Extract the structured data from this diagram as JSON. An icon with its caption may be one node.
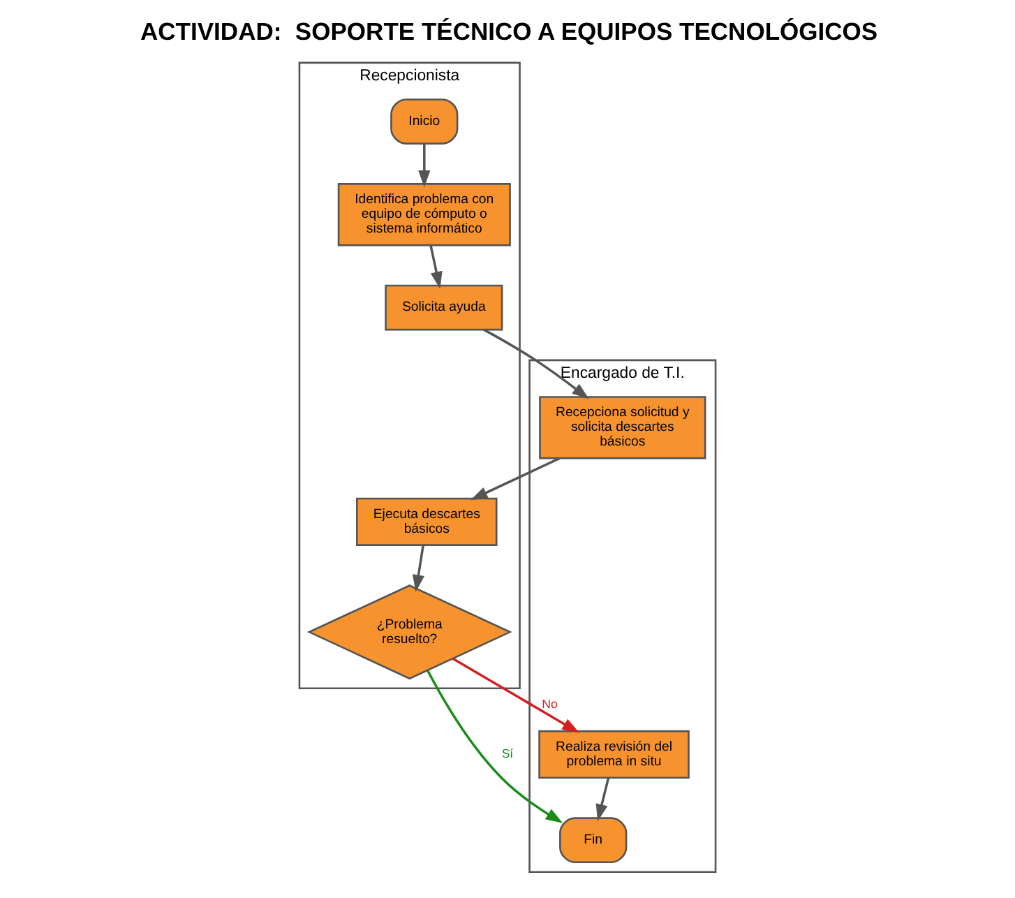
{
  "diagram": {
    "title": "ACTIVIDAD:  SOPORTE TÉCNICO A EQUIPOS TECNOLÓGICOS",
    "nodes": [
      {
        "text": [
          "Recepcionista"
        ]
      },
      {
        "text": [
          "Encargado de T.I."
        ]
      },
      {
        "text": [
          "Inicio"
        ],
        "in": 0
      },
      {
        "text": [
          "Identifica problema con equipo de cómputo o sistema informático"
        ],
        "in": 0
      },
      {
        "text": [
          "Solicita ayuda"
        ],
        "in": 0
      },
      {
        "text": [
          "Recepciona solicitud y solicita descartes básicos"
        ],
        "in": 1
      },
      {
        "text": [
          "Ejecuta descartes básicos"
        ],
        "in": 0
      },
      {
        "text": [
          "¿Problema resuelto?"
        ],
        "in": 0
      },
      {
        "text": [
          "Realiza revisión del problema in situ"
        ],
        "in": 1
      },
      {
        "text": [
          "Fin"
        ],
        "in": 1
      }
    ],
    "edges": [
      {
        "from": 2,
        "to": 3,
        "arrow": "to"
      },
      {
        "from": 3,
        "to": 4,
        "arrow": "to"
      },
      {
        "from": 4,
        "to": 5,
        "arrow": "to"
      },
      {
        "from": 5,
        "to": 6,
        "arrow": "to"
      },
      {
        "from": 6,
        "to": 7,
        "arrow": "to"
      },
      {
        "from": 7,
        "to": 8,
        "arrow": "to",
        "label": "No",
        "color": "#d42020"
      },
      {
        "from": 8,
        "to": 9,
        "arrow": "to"
      },
      {
        "from": 7,
        "to": 9,
        "arrow": "to",
        "label": "Sí",
        "color": "#1a8c1a"
      }
    ]
  }
}
